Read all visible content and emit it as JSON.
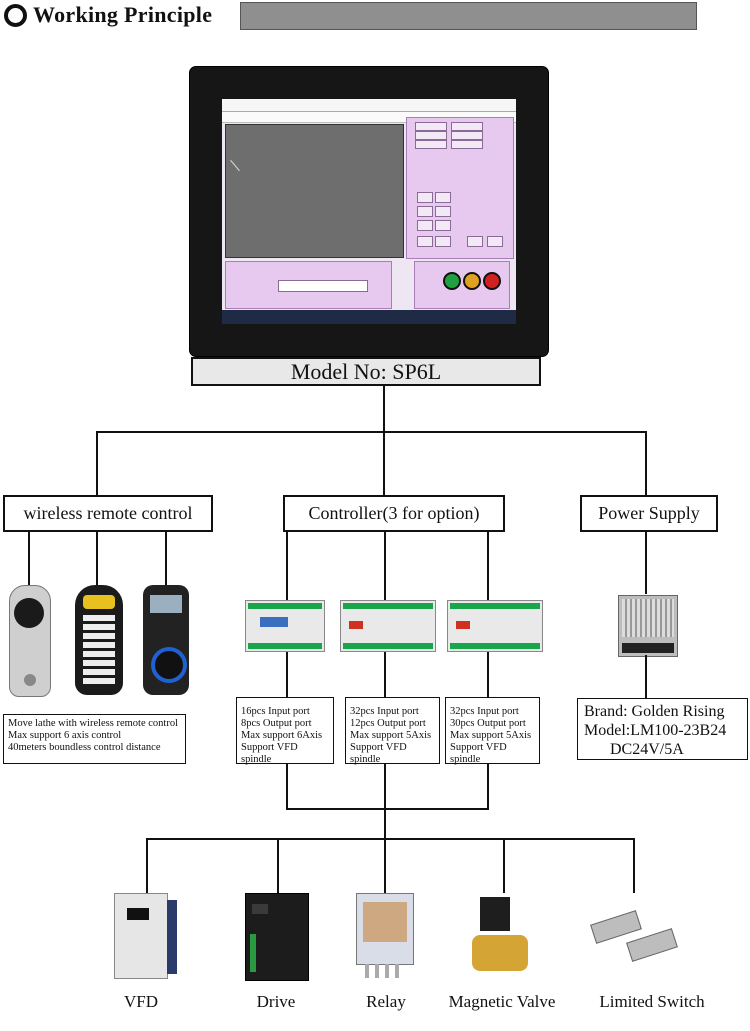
{
  "header": {
    "title": "Working Principle"
  },
  "monitor": {
    "model_label": "Model No:  SP6L"
  },
  "categories": {
    "wireless": "wireless remote control",
    "controller": "Controller(3 for option)",
    "power": "Power Supply"
  },
  "wireless_desc": [
    "Move lathe with wireless remote control",
    "Max support 6 axis control",
    "40meters boundless control distance"
  ],
  "controllers": [
    {
      "lines": [
        "16pcs Input port",
        "8pcs Output port",
        "Max support 6Axis",
        "Support VFD spindle"
      ]
    },
    {
      "lines": [
        "32pcs Input port",
        "12pcs Output port",
        "Max support 5Axis",
        "Support VFD spindle"
      ]
    },
    {
      "lines": [
        "32pcs Input port",
        "30pcs Output port",
        "Max support 5Axis",
        "Support VFD spindle"
      ]
    }
  ],
  "power_desc": {
    "brand": "Brand: Golden Rising",
    "model": "Model:LM100-23B24",
    "spec": "DC24V/5A"
  },
  "outputs": [
    "VFD",
    "Drive",
    "Relay",
    "Magnetic Valve",
    "Limited Switch"
  ],
  "colors": {
    "accent_gray": "#8f8f8f",
    "pcb_green": "#19a54a",
    "screen_purple": "#e7c9ef"
  }
}
